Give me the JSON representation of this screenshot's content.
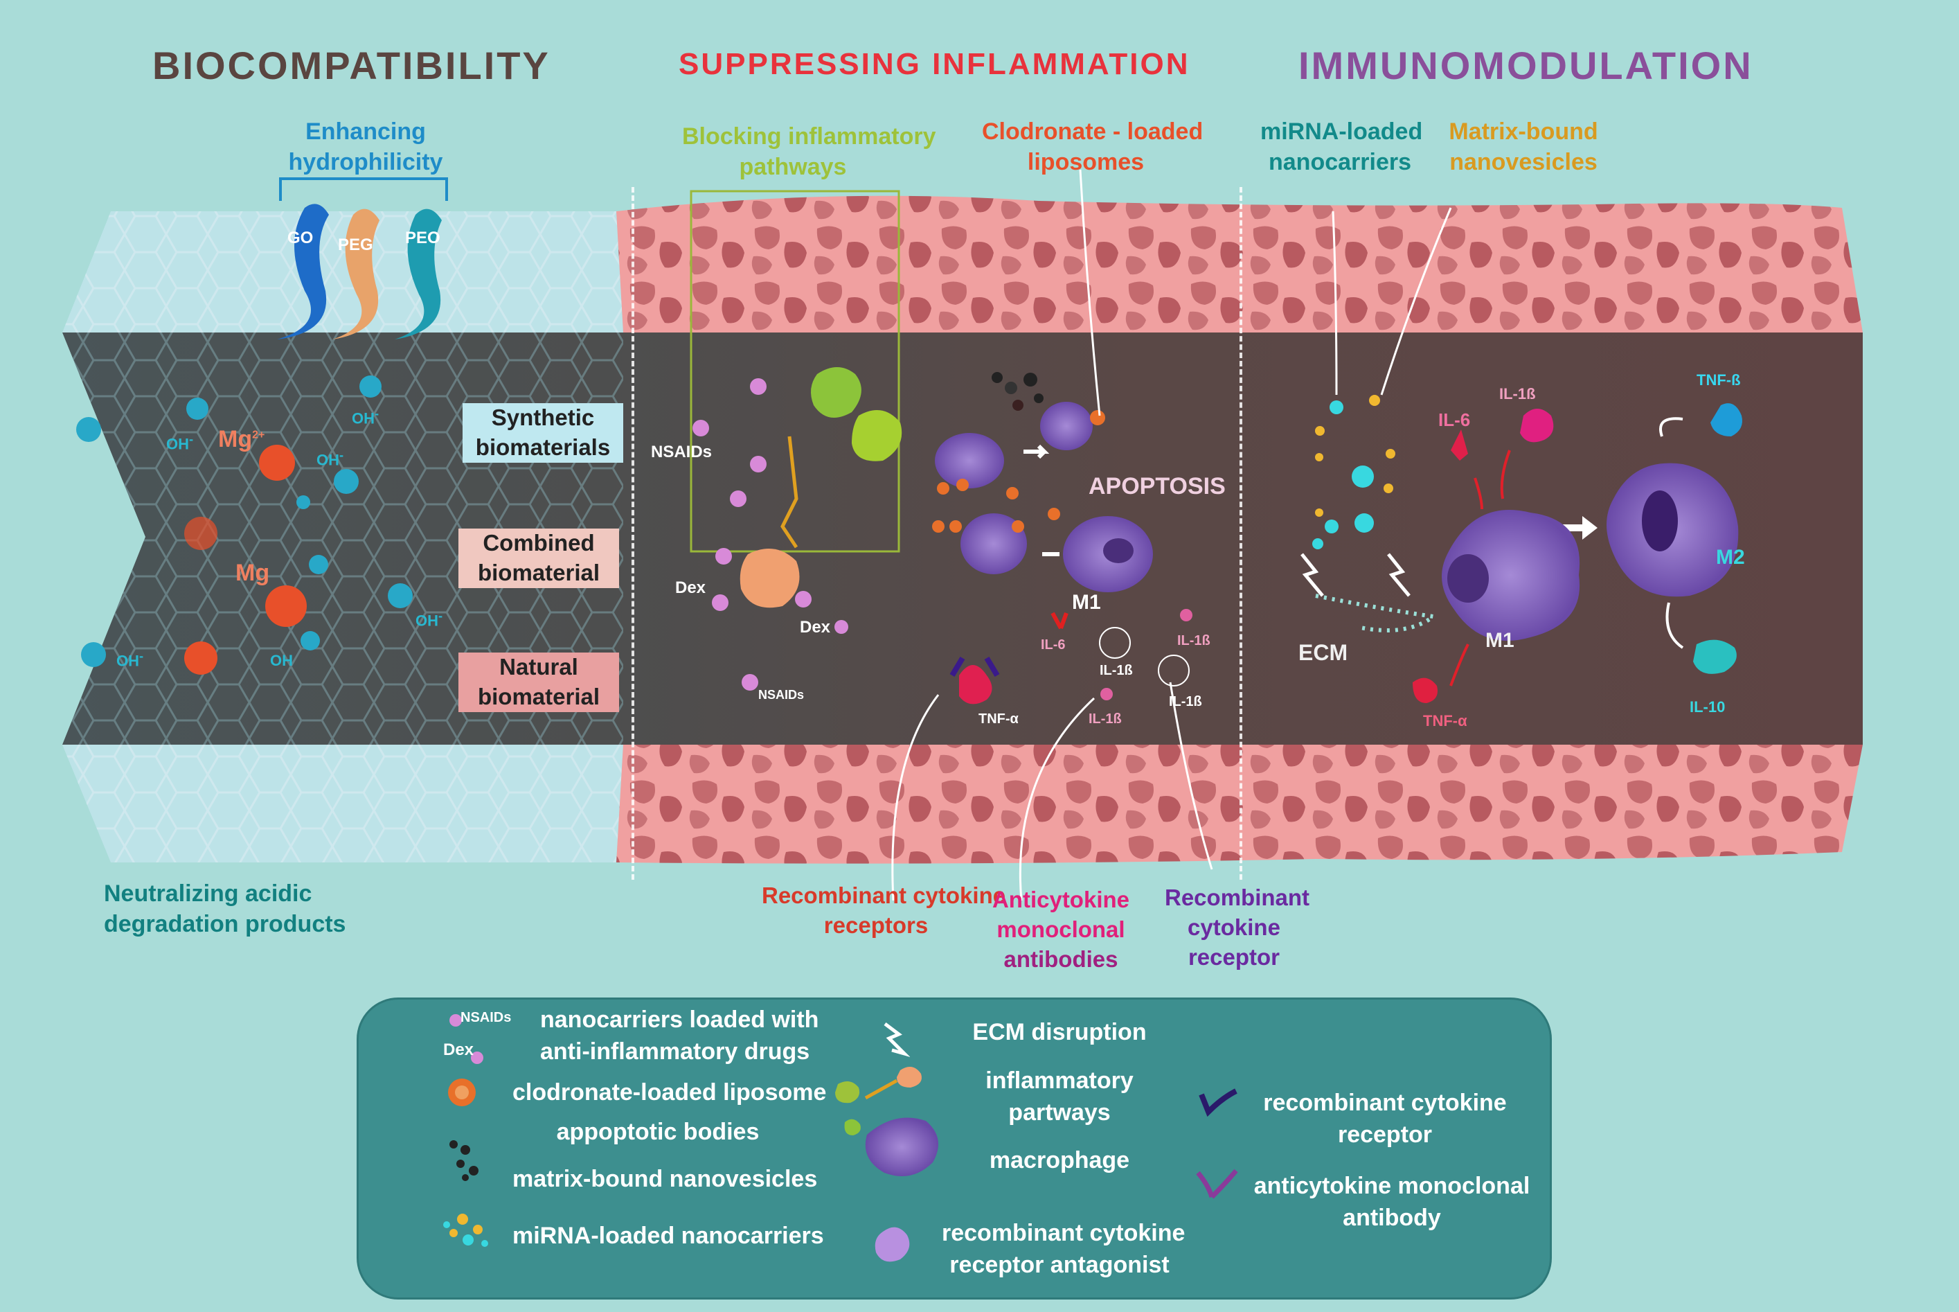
{
  "titles": {
    "biocompatibility": "BIOCOMPATIBILITY",
    "suppressing": "SUPPRESSING INFLAMMATION",
    "immunomodulation": "IMMUNOMODULATION"
  },
  "colors": {
    "background": "#a9dcd8",
    "title_bio": "#5a4540",
    "title_supp": "#e8323c",
    "title_immuno": "#8a4f9a",
    "hydro": "#1e8cc8",
    "neutral": "#128080",
    "blocking": "#9ec23a",
    "clodronate": "#e8502a",
    "mirna": "#128a8a",
    "matrix": "#d99a20",
    "recombinant_rec": "#d83a2a",
    "anticytokine": "#e0207a",
    "recombinant_purple": "#6a2aa0",
    "legend_bg": "#3d8f8f"
  },
  "biocompat": {
    "hydrophilicity": [
      "Enhancing",
      "hydrophilicity"
    ],
    "polymers": [
      "GO",
      "PEG",
      "PEO"
    ],
    "ions": {
      "mg1": "Mg",
      "mg1_sup": "2+",
      "mg2": "Mg",
      "oh": "OH",
      "oh_sup": "-"
    },
    "materials": [
      "Synthetic biomaterials",
      "Combined biomaterial",
      "Natural biomaterial"
    ],
    "neutralizing": [
      "Neutralizing acidic",
      "degradation products"
    ]
  },
  "suppress": {
    "blocking": [
      "Blocking inflammatory",
      "pathways"
    ],
    "clodronate": [
      "Clodronate - loaded",
      "liposomes"
    ],
    "nsaids": "NSAIDs",
    "dex": "Dex",
    "apoptosis": "APOPTOSIS",
    "m1": "M1",
    "il6": "IL-6",
    "il1b": "IL-1ß",
    "tnfa": "TNF-α",
    "recombinant_receptors": [
      "Recombinant cytokine",
      "receptors"
    ],
    "anticytokine": [
      "Anticytokine",
      "monoclonal",
      "antibodies"
    ],
    "recombinant_receptor": [
      "Recombinant",
      "cytokine",
      "receptor"
    ]
  },
  "immuno": {
    "mirna": [
      "miRNA-loaded",
      "nanocarriers"
    ],
    "matrix": [
      "Matrix-bound",
      "nanovesicles"
    ],
    "il6": "IL-6",
    "il1b": "IL-1ß",
    "tnfb": "TNF-ß",
    "tnfa": "TNF-α",
    "ecm": "ECM",
    "m1": "M1",
    "m2": "M2",
    "il10": "IL-10"
  },
  "legend": {
    "nsaids_tag": "NSAIDs",
    "dex_tag": "Dex",
    "nanocarriers": [
      "nanocarriers loaded with",
      "anti-inflammatory drugs"
    ],
    "clodronate": "clodronate-loaded liposome",
    "apoptotic": "appoptotic bodies",
    "matrix": "matrix-bound nanovesicles",
    "mirna": "miRNA-loaded nanocarriers",
    "ecm": "ECM disruption",
    "pathways": [
      "inflammatory",
      "partways"
    ],
    "macrophage": "macrophage",
    "antagonist": [
      "recombinant cytokine",
      "receptor antagonist"
    ],
    "rec_receptor": [
      "recombinant cytokine",
      "receptor"
    ],
    "anti_antibody": [
      "anticytokine monoclonal",
      "antibody"
    ]
  }
}
